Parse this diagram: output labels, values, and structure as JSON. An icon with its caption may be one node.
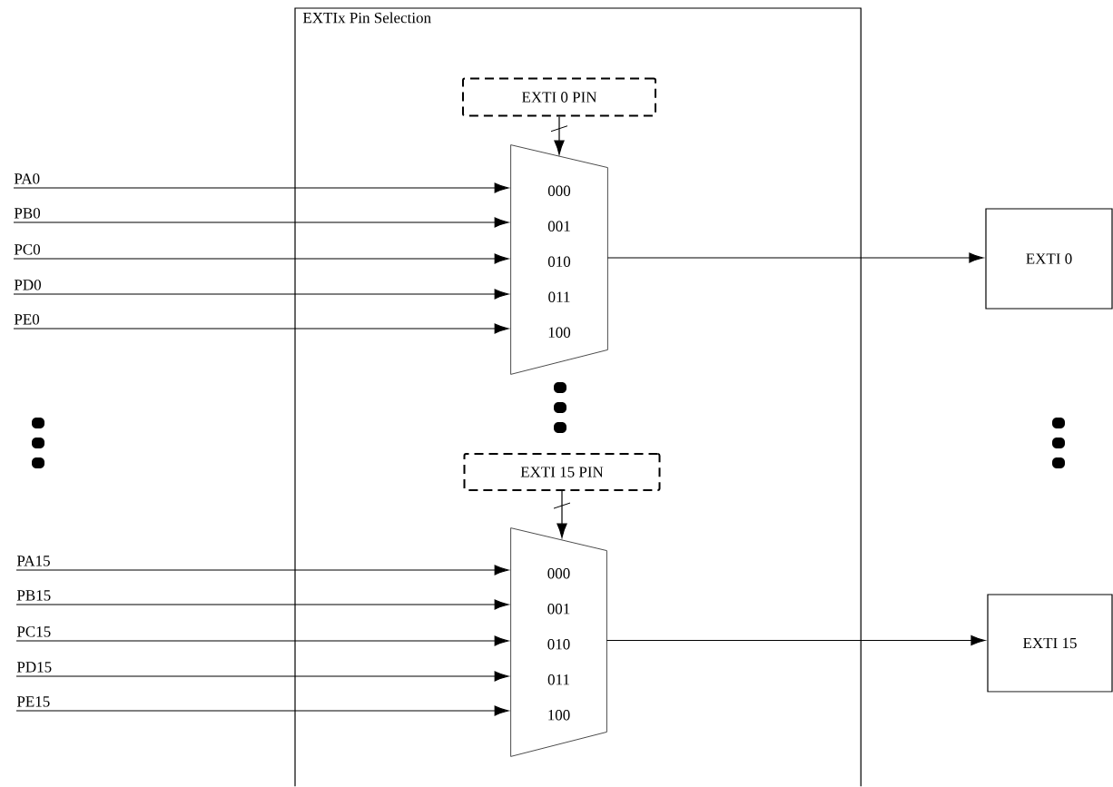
{
  "diagram": {
    "nodes": [
      {
        "text": [
          "EXTIx Pin Selection"
        ]
      },
      {
        "text": [
          "EXTI 0 PIN"
        ],
        "in": 0
      },
      {
        "text": [
          "000",
          "001",
          "010",
          "011",
          "100"
        ],
        "in": 0
      },
      {
        "text": [
          "EXTI 15 PIN"
        ],
        "in": 0
      },
      {
        "text": [
          "000",
          "001",
          "010",
          "011",
          "100"
        ],
        "in": 0
      },
      {
        "text": [
          "PA0"
        ]
      },
      {
        "text": [
          "PB0"
        ]
      },
      {
        "text": [
          "PC0"
        ]
      },
      {
        "text": [
          "PD0"
        ]
      },
      {
        "text": [
          "PE0"
        ]
      },
      {
        "text": [
          "PA15"
        ]
      },
      {
        "text": [
          "PB15"
        ]
      },
      {
        "text": [
          "PC15"
        ]
      },
      {
        "text": [
          "PD15"
        ]
      },
      {
        "text": [
          "PE15"
        ]
      },
      {
        "text": [
          "EXTI 0"
        ]
      },
      {
        "text": [
          "EXTI 15"
        ]
      }
    ],
    "edges": [
      {
        "from": 1,
        "to": 2,
        "arrow": "to"
      },
      {
        "from": 3,
        "to": 4,
        "arrow": "to"
      },
      {
        "from": 5,
        "to": 2,
        "arrow": "to"
      },
      {
        "from": 6,
        "to": 2,
        "arrow": "to"
      },
      {
        "from": 7,
        "to": 2,
        "arrow": "to"
      },
      {
        "from": 8,
        "to": 2,
        "arrow": "to"
      },
      {
        "from": 9,
        "to": 2,
        "arrow": "to"
      },
      {
        "from": 10,
        "to": 4,
        "arrow": "to"
      },
      {
        "from": 11,
        "to": 4,
        "arrow": "to"
      },
      {
        "from": 12,
        "to": 4,
        "arrow": "to"
      },
      {
        "from": 13,
        "to": 4,
        "arrow": "to"
      },
      {
        "from": 14,
        "to": 4,
        "arrow": "to"
      },
      {
        "from": 2,
        "to": 15,
        "arrow": "to"
      },
      {
        "from": 4,
        "to": 16,
        "arrow": "to"
      }
    ]
  }
}
